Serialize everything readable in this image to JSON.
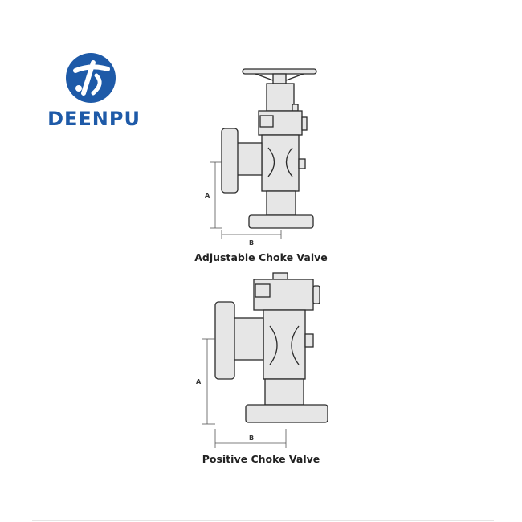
{
  "brand": {
    "name": "DEENPU",
    "primary_color": "#1e5aa8",
    "icon": "deenpu-logo-mark"
  },
  "figures": [
    {
      "caption": "Adjustable Choke Valve",
      "dim_a": "A",
      "dim_b": "B"
    },
    {
      "caption": "Positive Choke Valve",
      "dim_a": "A",
      "dim_b": "B"
    }
  ],
  "colors": {
    "body_fill": "#e6e6e6",
    "outline": "#2a2a2a",
    "dimension": "#555555"
  }
}
